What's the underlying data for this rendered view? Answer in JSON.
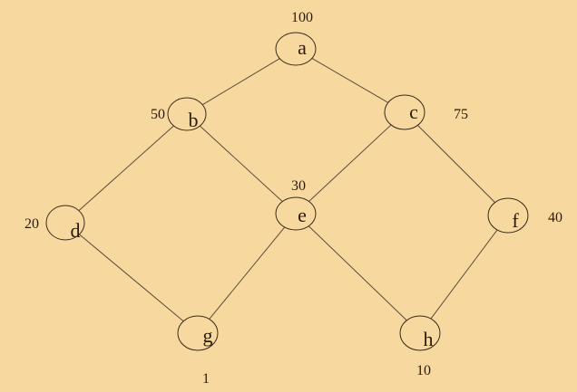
{
  "nodes": [
    {
      "id": "a",
      "label": "a",
      "value": "100"
    },
    {
      "id": "b",
      "label": "b",
      "value": "50"
    },
    {
      "id": "c",
      "label": "c",
      "value": "75"
    },
    {
      "id": "d",
      "label": "d",
      "value": "20"
    },
    {
      "id": "e",
      "label": "e",
      "value": "30"
    },
    {
      "id": "f",
      "label": "f",
      "value": "40"
    },
    {
      "id": "g",
      "label": "g",
      "value": "1"
    },
    {
      "id": "h",
      "label": "h",
      "value": "10"
    }
  ],
  "edges": [
    [
      "a",
      "b"
    ],
    [
      "a",
      "c"
    ],
    [
      "b",
      "d"
    ],
    [
      "b",
      "e"
    ],
    [
      "c",
      "e"
    ],
    [
      "c",
      "f"
    ],
    [
      "d",
      "g"
    ],
    [
      "e",
      "g"
    ],
    [
      "e",
      "h"
    ],
    [
      "f",
      "h"
    ]
  ],
  "colors": {
    "background": "#f7d9a0",
    "stroke": "#3a2a1a",
    "text": "#2a1a0a"
  }
}
